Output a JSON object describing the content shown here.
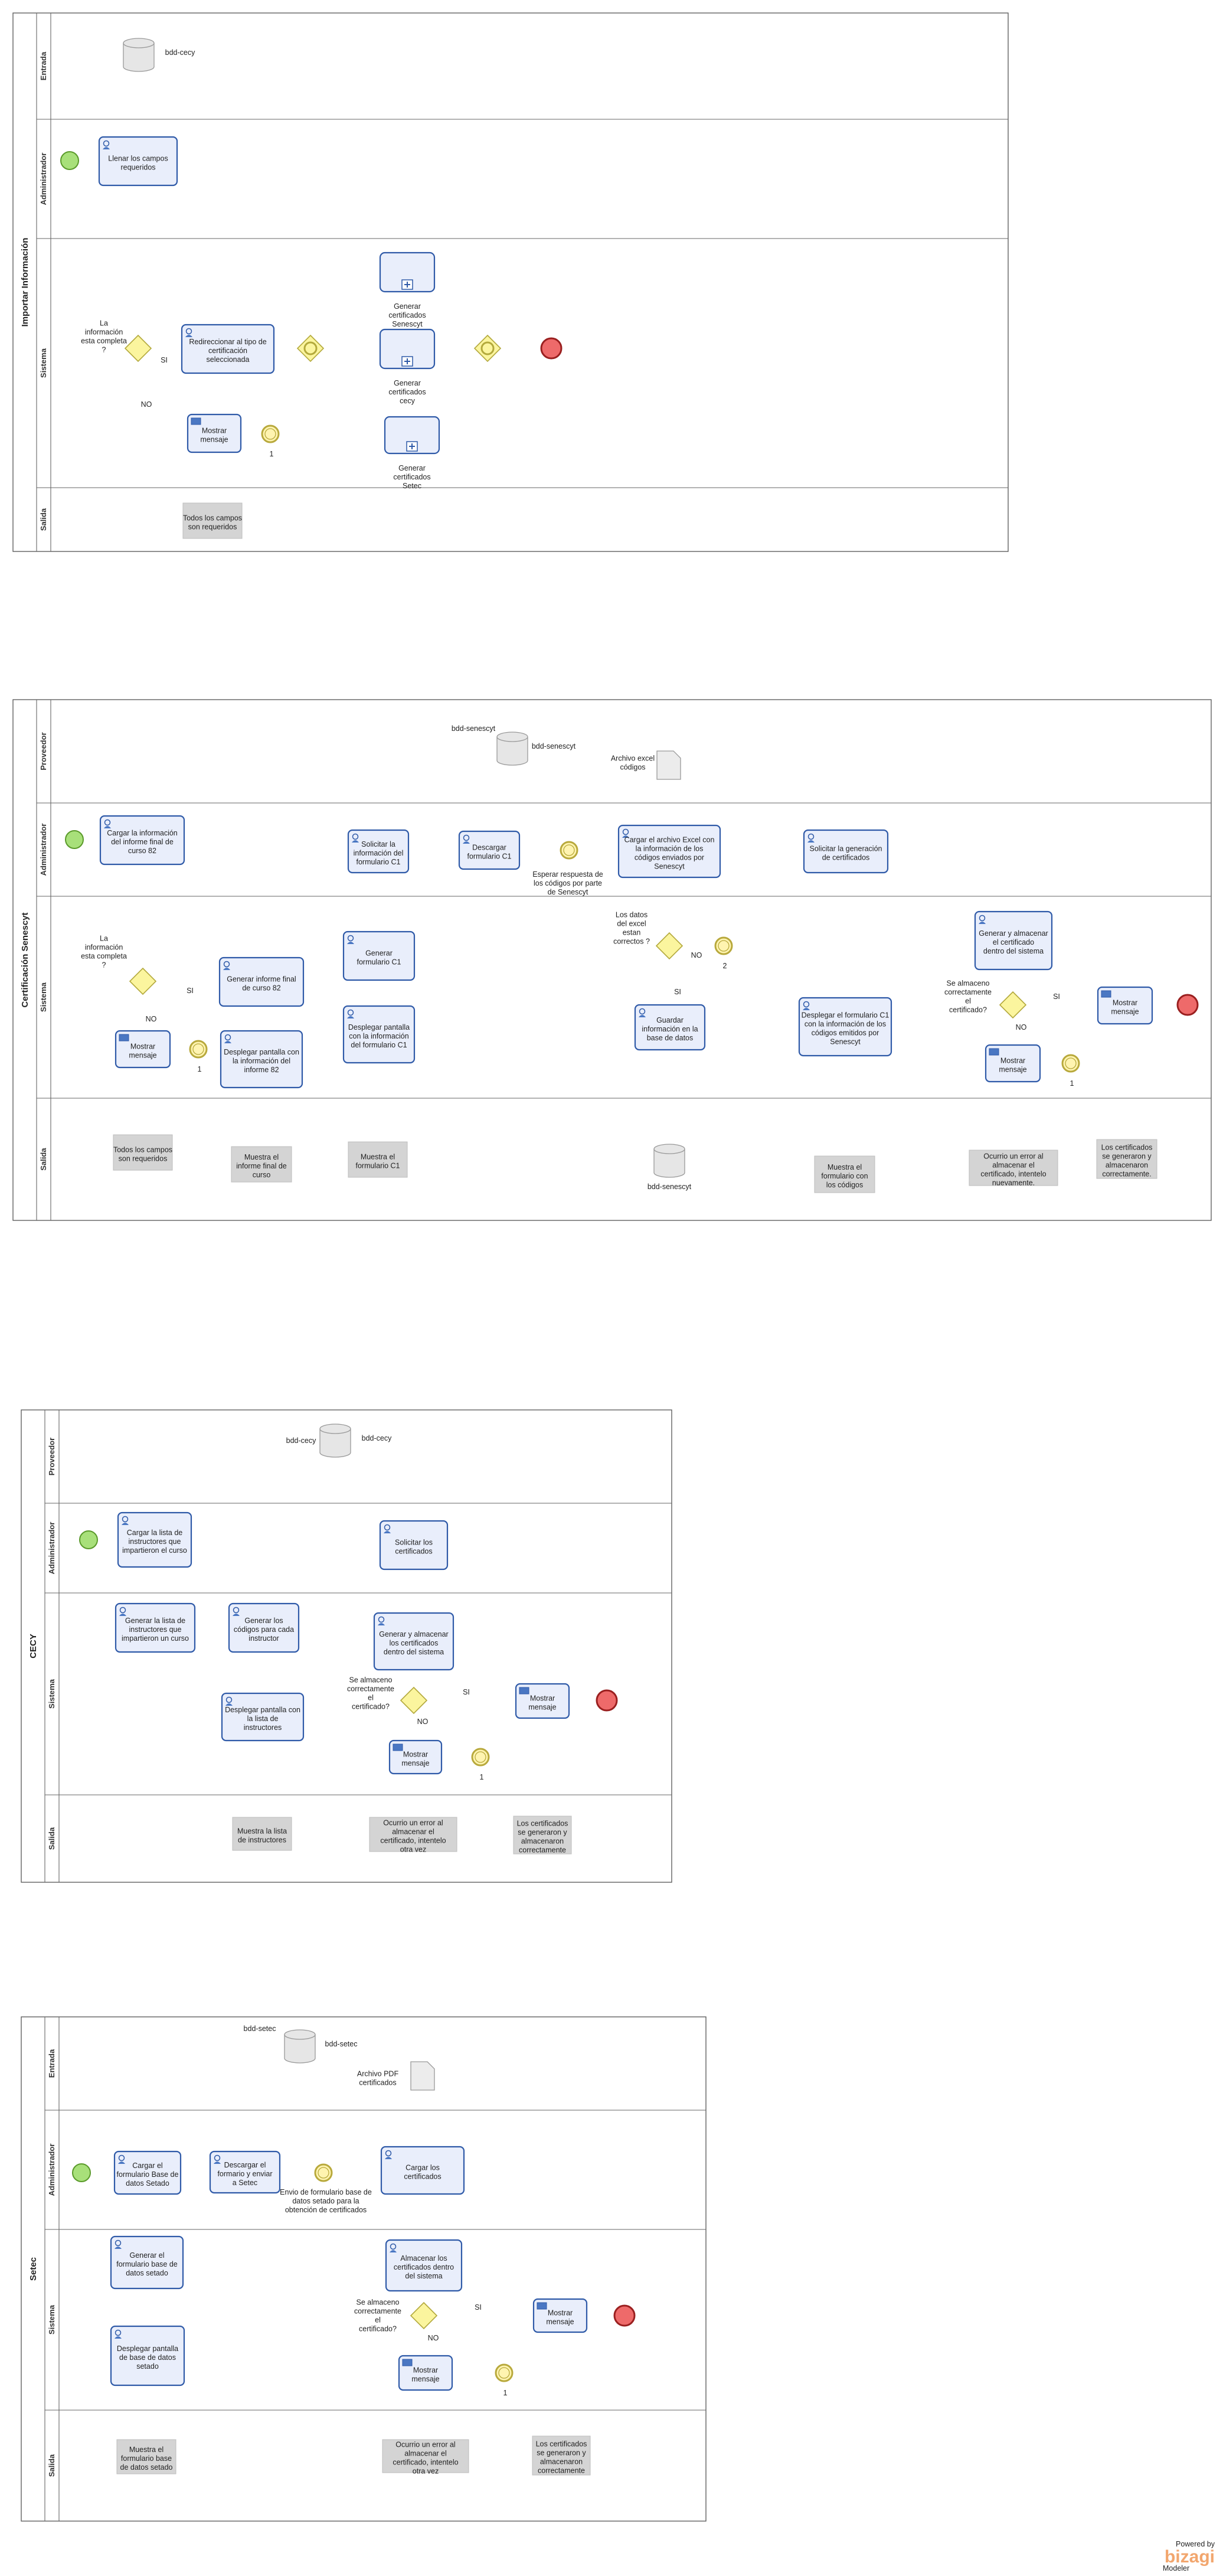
{
  "pools": [
    {
      "title": "Importar Información",
      "lanes": [
        "Entrada",
        "Administrador",
        "Sistema",
        "Salida"
      ],
      "tasks": [
        "Llenar los campos requeridos",
        "Redireccionar al tipo de certificación seleccionada",
        "Mostrar mensaje"
      ],
      "subprocesses": [
        "Generar certificados Senescyt",
        "Generar certificados cecy",
        "Generar certificados Setec"
      ],
      "gateway_question": "La información esta completa ?",
      "yes": "SI",
      "no": "NO",
      "data_stores": [
        "bdd-cecy"
      ],
      "output_text": [
        "Todos los campos son requeridos"
      ],
      "intermediate_labels": [
        "1"
      ]
    },
    {
      "title": "Certificación Senescyt",
      "lanes": [
        "Proveedor",
        "Administrador",
        "Sistema",
        "Salida"
      ],
      "tasks": [
        "Cargar la información del informe final de curso 82",
        "Solicitar la información del formulario C1",
        "Descargar formulario C1",
        "Cargar el archivo Excel con la información de los códigos enviados por Senescyt",
        "Solicitar la generación de certificados",
        "Generar informe final de curso 82",
        "Mostrar mensaje",
        "Desplegar pantalla con la información del informe 82",
        "Generar formulario C1",
        "Desplegar pantalla con la información del formulario C1",
        "Guardar información en la base de datos",
        "Desplegar el formulario C1 con la información de los códigos emitidos por Senescyt",
        "Generar y almacenar el certificado dentro del sistema",
        "Mostrar mensaje",
        "Mostrar mensaje"
      ],
      "gateway_questions": [
        "La información esta completa ?",
        "Los datos del excel estan correctos ?",
        "Se almaceno correctamente el certificado?"
      ],
      "yes": "SI",
      "no": "NO",
      "event_label": "Esperar respuesta de los códigos por parte de Senescyt",
      "data_stores": [
        "bdd-senescyt",
        "bdd-senescyt"
      ],
      "documents": [
        "Archivo excel códigos"
      ],
      "output_text": [
        "Todos los campos son requeridos",
        "Muestra el informe final de curso",
        "Muestra el formulario C1",
        "Muestra el formulario con los códigos",
        "Ocurrio un error al almacenar el certificado, intentelo nuevamente.",
        "Los certificados se generaron y almacenaron correctamente."
      ],
      "intermediate_labels": [
        "1",
        "2",
        "1"
      ]
    },
    {
      "title": "CECY",
      "lanes": [
        "Proveedor",
        "Administrador",
        "Sistema",
        "Salida"
      ],
      "tasks": [
        "Cargar la lista de instructores que impartieron el curso",
        "Solicitar los certificados",
        "Generar la lista de instructores que impartieron un curso",
        "Generar los códigos para cada instructor",
        "Generar y almacenar los certificados dentro del sistema",
        "Desplegar pantalla con la lista de instructores",
        "Mostrar mensaje",
        "Mostrar mensaje"
      ],
      "gateway_question": "Se almaceno correctamente el certificado?",
      "yes": "SI",
      "no": "NO",
      "data_stores": [
        "bdd-cecy"
      ],
      "output_text": [
        "Muestra la lista de instructores",
        "Ocurrio un error al almacenar el certificado, intentelo otra vez",
        "Los certificados se generaron y almacenaron correctamente"
      ],
      "intermediate_labels": [
        "1"
      ]
    },
    {
      "title": "Setec",
      "lanes": [
        "Entrada",
        "Administrador",
        "Sistema",
        "Salida"
      ],
      "tasks": [
        "Cargar el formulario Base de datos Setado",
        "Descargar el formario y enviar a Setec",
        "Cargar los certificados",
        "Generar el formulario base de datos setado",
        "Almacenar los certificados dentro del sistema",
        "Mostrar mensaje",
        "Desplegar pantalla de base de datos setado",
        "Mostrar mensaje"
      ],
      "gateway_question": "Se almaceno correctamente el certificado?",
      "yes": "SI",
      "no": "NO",
      "event_label": "Envio de formulario base de datos setado para la obtención de certificados",
      "data_stores": [
        "bdd-setec"
      ],
      "documents": [
        "Archivo PDF certificados"
      ],
      "output_text": [
        "Muestra el formulario base de datos setado",
        "Ocurrio un error al almacenar el certificado, intentelo otra vez",
        "Los certificados se generaron y almacenaron correctamente"
      ],
      "intermediate_labels": [
        "1"
      ]
    }
  ],
  "watermark": {
    "powered": "Powered by",
    "brand": "bizagi",
    "product": "Modeler"
  },
  "colors": {
    "task_fill": "#e9eefb",
    "task_stroke": "#2f5aa8",
    "gateway": "#fbf59e",
    "start": "#a8e07a",
    "end": "#ee6a6a",
    "output_box": "#d4d4d4",
    "brand": "#f2a66e"
  }
}
